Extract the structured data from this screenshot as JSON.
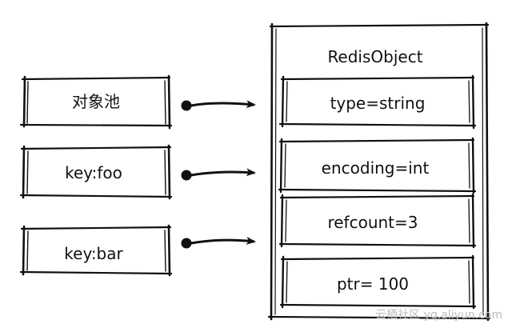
{
  "left_boxes": [
    {
      "label": "对象池"
    },
    {
      "label": "key:foo"
    },
    {
      "label": "key:bar"
    }
  ],
  "redis_object": {
    "title": "RedisObject",
    "fields": [
      {
        "label": "type=string"
      },
      {
        "label": "encoding=int"
      },
      {
        "label": "refcount=3"
      },
      {
        "label": "ptr= 100"
      }
    ]
  },
  "watermark": "云栖社区 yq.aliyun.com",
  "colors": {
    "stroke": "#111111",
    "watermark": "#bdbdbd",
    "background": "#ffffff"
  }
}
